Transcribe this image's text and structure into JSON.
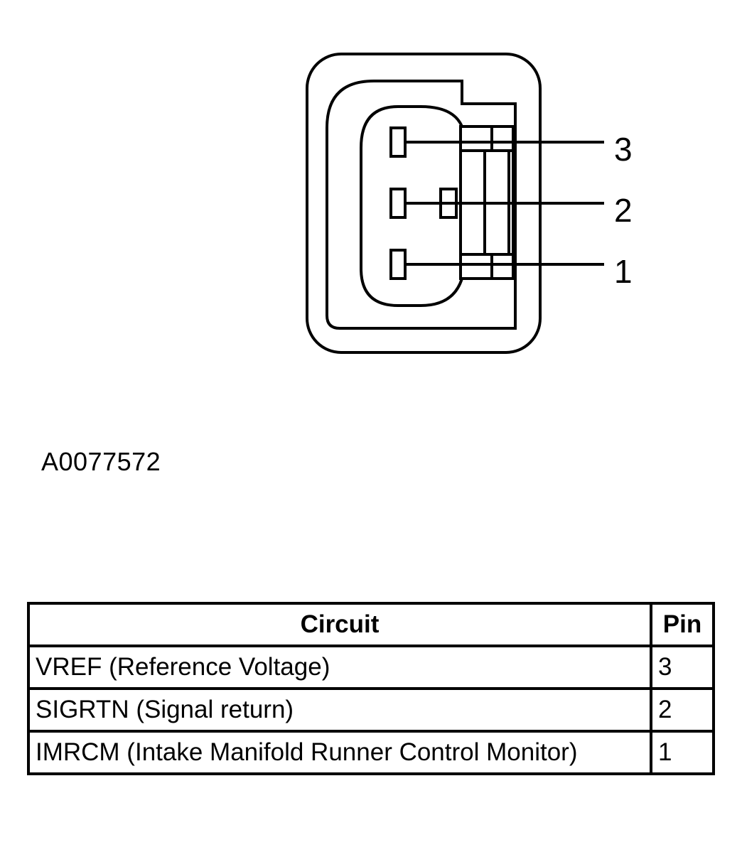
{
  "diagram": {
    "pins": [
      {
        "label": "3"
      },
      {
        "label": "2"
      },
      {
        "label": "1"
      }
    ],
    "figure_id": "A0077572"
  },
  "table": {
    "headers": {
      "circuit": "Circuit",
      "pin": "Pin"
    },
    "rows": [
      {
        "circuit": "VREF (Reference Voltage)",
        "pin": "3"
      },
      {
        "circuit": "SIGRTN (Signal return)",
        "pin": "2"
      },
      {
        "circuit": "IMRCM (Intake Manifold Runner Control Monitor)",
        "pin": "1"
      }
    ]
  }
}
